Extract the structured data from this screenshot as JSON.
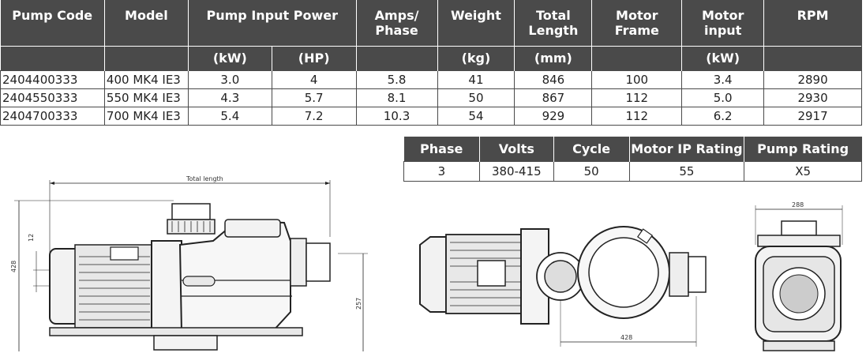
{
  "main_table": {
    "headers": {
      "pump_code": "Pump Code",
      "model": "Model",
      "pump_input_power": "Pump Input Power",
      "amps_phase_1": "Amps/",
      "amps_phase_2": "Phase",
      "weight": "Weight",
      "total_length_1": "Total",
      "total_length_2": "Length",
      "motor_frame_1": "Motor",
      "motor_frame_2": "Frame",
      "motor_input": "Motor input",
      "rpm": "RPM"
    },
    "units": {
      "kw": "(kW)",
      "hp": "(HP)",
      "kg": "(kg)",
      "mm": "(mm)",
      "motor_kw": "(kW)"
    },
    "rows": [
      [
        "2404400333",
        "400 MK4 IE3",
        "3.0",
        "4",
        "5.8",
        "41",
        "846",
        "100",
        "3.4",
        "2890"
      ],
      [
        "2404550333",
        "550 MK4 IE3",
        "4.3",
        "5.7",
        "8.1",
        "50",
        "867",
        "112",
        "5.0",
        "2930"
      ],
      [
        "2404700333",
        "700 MK4 IE3",
        "5.4",
        "7.2",
        "10.3",
        "54",
        "929",
        "112",
        "6.2",
        "2917"
      ]
    ]
  },
  "spec_table": {
    "headers": [
      "Phase",
      "Volts",
      "Cycle",
      "Motor IP Rating",
      "Pump Rating"
    ],
    "row": [
      "3",
      "380-415",
      "50",
      "55",
      "X5"
    ]
  },
  "drawings": {
    "side": {
      "total_length_label": "Total length",
      "height_label": "428",
      "offset_label": "12",
      "inlet_height_label": "257"
    },
    "top": {
      "width_label": "428"
    },
    "end": {
      "width_label": "288"
    }
  }
}
